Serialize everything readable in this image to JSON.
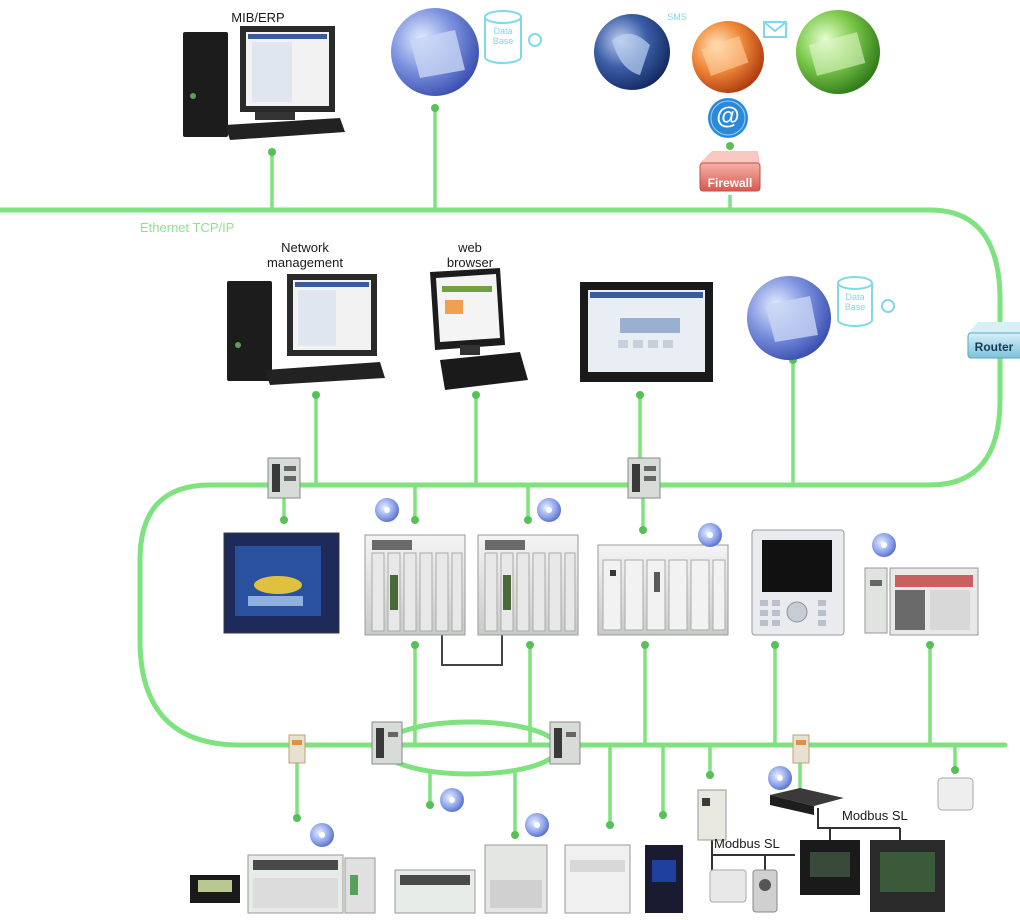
{
  "labels": {
    "mib_erp": "MIB/ERP",
    "database_top": "Data Base",
    "sms": "SMS",
    "at_sign": "@",
    "firewall": "Firewall",
    "ethernet": "Ethernet TCP/IP",
    "network_management": "Network management",
    "web_browser": "web browser",
    "database_mid": "Data Base",
    "router": "Router",
    "modbus_sl_1": "Modbus SL",
    "modbus_sl_2": "Modbus SL"
  },
  "colors": {
    "network": "#7ee27e",
    "ethernet_label": "#8fe08f",
    "firewall": "#e0706a",
    "router": "#9fd6e6",
    "database": "#7fd9e6",
    "at_sign": "#2a8ad8"
  }
}
